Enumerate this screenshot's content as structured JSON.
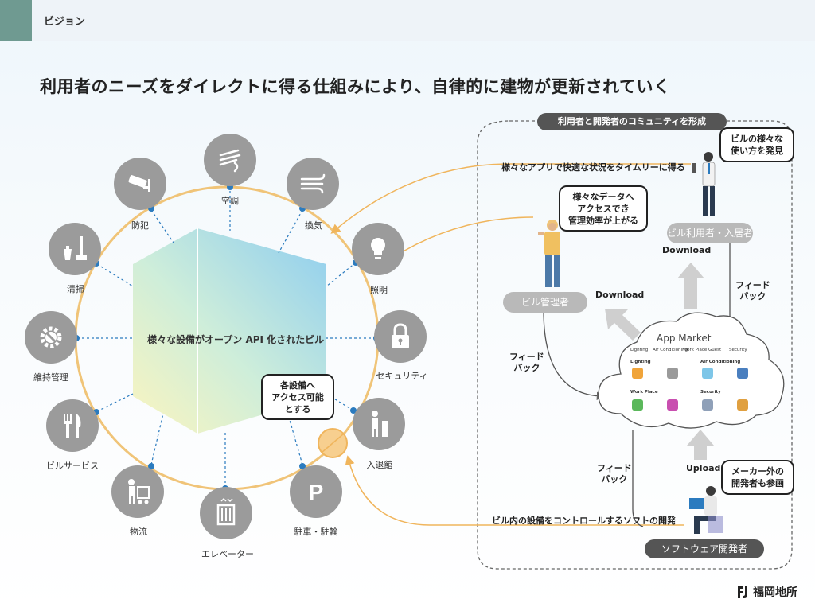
{
  "header": {
    "section_label": "ビジョン"
  },
  "headline": "利用者のニーズをダイレクトに得る仕組みにより、自律的に建物が更新されていく",
  "left": {
    "center_label": "様々な設備がオープン API 化されたビル",
    "access_bubble": [
      "各設備へ",
      "アクセス可能",
      "とする"
    ],
    "nodes": [
      {
        "label": "空調",
        "icon": "air-conditioning-icon"
      },
      {
        "label": "換気",
        "icon": "ventilation-icon"
      },
      {
        "label": "照明",
        "icon": "lightbulb-icon"
      },
      {
        "label": "セキュリティ",
        "icon": "lock-icon"
      },
      {
        "label": "入退館",
        "icon": "entry-exit-icon"
      },
      {
        "label": "駐車・駐輪",
        "icon": "parking-icon"
      },
      {
        "label": "エレベーター",
        "icon": "elevator-icon"
      },
      {
        "label": "物流",
        "icon": "logistics-icon"
      },
      {
        "label": "ビルサービス",
        "icon": "fork-knife-icon"
      },
      {
        "label": "維持管理",
        "icon": "maintenance-gear-icon"
      },
      {
        "label": "清掃",
        "icon": "cleaning-icon"
      },
      {
        "label": "防犯",
        "icon": "security-camera-icon"
      }
    ]
  },
  "right": {
    "community_label": "利用者と開発者のコミュニティを形成",
    "user_bubble": [
      "ビルの様々な",
      "使い方を発見"
    ],
    "apps_text": "様々なアプリで快適な状況をタイムリーに得る",
    "manager_bubble": [
      "様々なデータへ",
      "アクセスでき",
      "管理効率が上がる"
    ],
    "user_pill": "ビル利用者・入居者",
    "manager_pill": "ビル管理者",
    "download_right": "Download",
    "download_left": "Download",
    "feedback_right": [
      "フィード",
      "バック"
    ],
    "feedback_left": [
      "フィード",
      "バック"
    ],
    "feedback_bottom": [
      "フィード",
      "バック"
    ],
    "upload": "Upload",
    "developer_bubble": [
      "メーカー外の",
      "開発者も参画"
    ],
    "dev_text": "ビル内の設備をコントロールするソフトの開発",
    "developer_pill": "ソフトウェア開発者",
    "app_market": {
      "title": "App Market",
      "tabs": [
        "Lighting",
        "Air Conditioning",
        "Work Place",
        "Guest",
        "Security"
      ],
      "categories": [
        "Lighting",
        "Air Conditioning",
        "Work Place",
        "Security"
      ]
    }
  },
  "logo": {
    "text": "福岡地所"
  },
  "colors": {
    "accent": "#6f9a91",
    "ring": "#f0c478",
    "node": "#9b9b9b",
    "dot": "#2b7bbf",
    "arrow": "#f0b55c"
  }
}
